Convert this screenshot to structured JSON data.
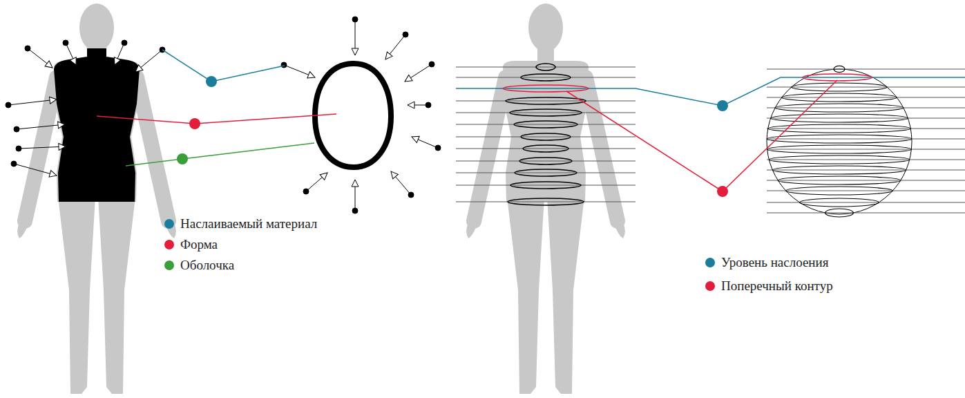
{
  "diagram": {
    "legend": [
      {
        "text": "Наслаиваемый материал",
        "color": "#1b7d9c"
      },
      {
        "text": "Форма",
        "color": "#e31e3c"
      },
      {
        "text": "Оболочка",
        "color": "#3a9e3a"
      },
      {
        "text": "Уровень наслоения",
        "color": "#1b7d9c"
      },
      {
        "text": "Поперечный контур",
        "color": "#e31e3c"
      }
    ]
  }
}
